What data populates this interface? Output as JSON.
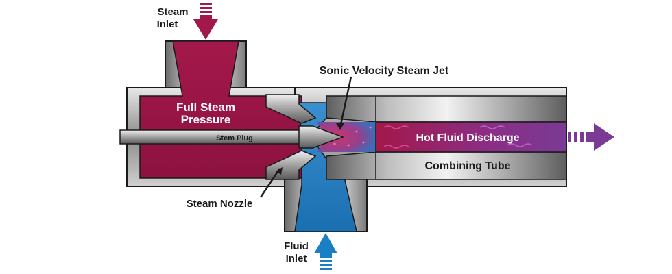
{
  "labels": {
    "steam_inlet_line1": "Steam",
    "steam_inlet_line2": "Inlet",
    "sonic_jet": "Sonic Velocity Steam Jet",
    "full_steam_line1": "Full Steam",
    "full_steam_line2": "Pressure",
    "stem_plug": "Stem Plug",
    "hot_fluid": "Hot Fluid Discharge",
    "combining_tube": "Combining Tube",
    "steam_nozzle": "Steam Nozzle",
    "fluid_inlet_line1": "Fluid",
    "fluid_inlet_line2": "Inlet"
  },
  "colors": {
    "steam": "#a3184a",
    "fluid": "#1a7fc4",
    "discharge": "#8a2e86",
    "metal": "#9a9a9a",
    "outline": "#1a1a1a"
  },
  "icons": [
    "down-arrow-icon",
    "up-arrow-icon",
    "right-arrow-icon"
  ]
}
